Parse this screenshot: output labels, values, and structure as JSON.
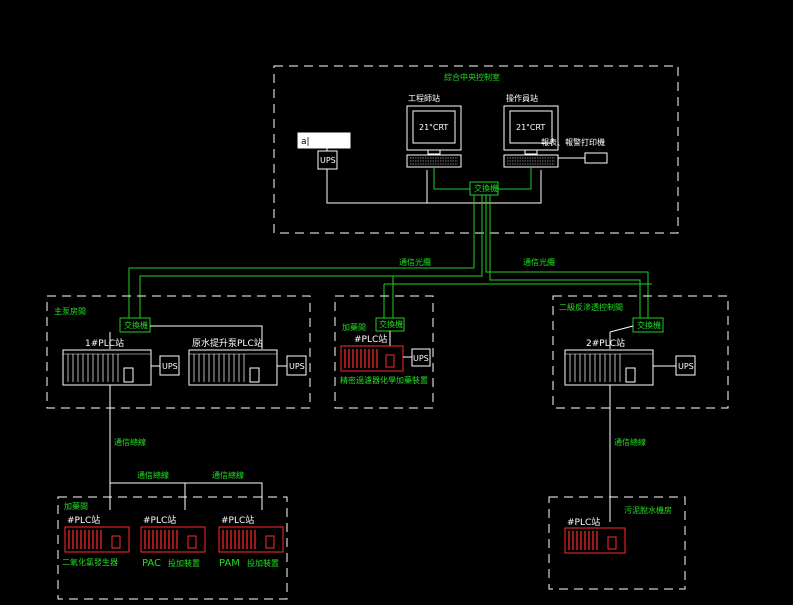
{
  "central": {
    "title": "綜合中央控制室",
    "eng_station": "工程師站",
    "op_station": "操作員站",
    "crt": "21\"CRT",
    "printer": "報表、報警打印機",
    "switch": "交換機",
    "input": "a|",
    "ups": "UPS"
  },
  "links": {
    "fiber_left": "通信光纜",
    "fiber_right": "通信光纜",
    "net_a": "通信總線",
    "net_b": "通信總線",
    "net_c": "通信總線",
    "net_d": "通信總線"
  },
  "pump_room": {
    "title": "主泵房間",
    "switch": "交換機",
    "plc1": "1#PLC站",
    "plc2": "原水提升泵PLC站",
    "ups1": "UPS",
    "ups2": "UPS"
  },
  "dosing_room": {
    "title": "加藥間",
    "switch": "交換機",
    "plc": "#PLC站",
    "ups": "UPS",
    "caption": "精密過濾器化學加藥裝置"
  },
  "secondary_room": {
    "title": "二級反滲透控制間",
    "switch": "交換機",
    "plc": "2#PLC站",
    "ups": "UPS"
  },
  "chem_room": {
    "title": "加藥間",
    "plc1": "#PLC站",
    "plc2": "#PLC站",
    "plc3": "#PLC站",
    "caption1": "二氧化氯發生器",
    "caption2": "PAC",
    "caption2b": "投加裝置",
    "caption3": "PAM",
    "caption3b": "投加裝置"
  },
  "sludge_room": {
    "title": "污泥脫水機房",
    "plc": "#PLC站"
  }
}
